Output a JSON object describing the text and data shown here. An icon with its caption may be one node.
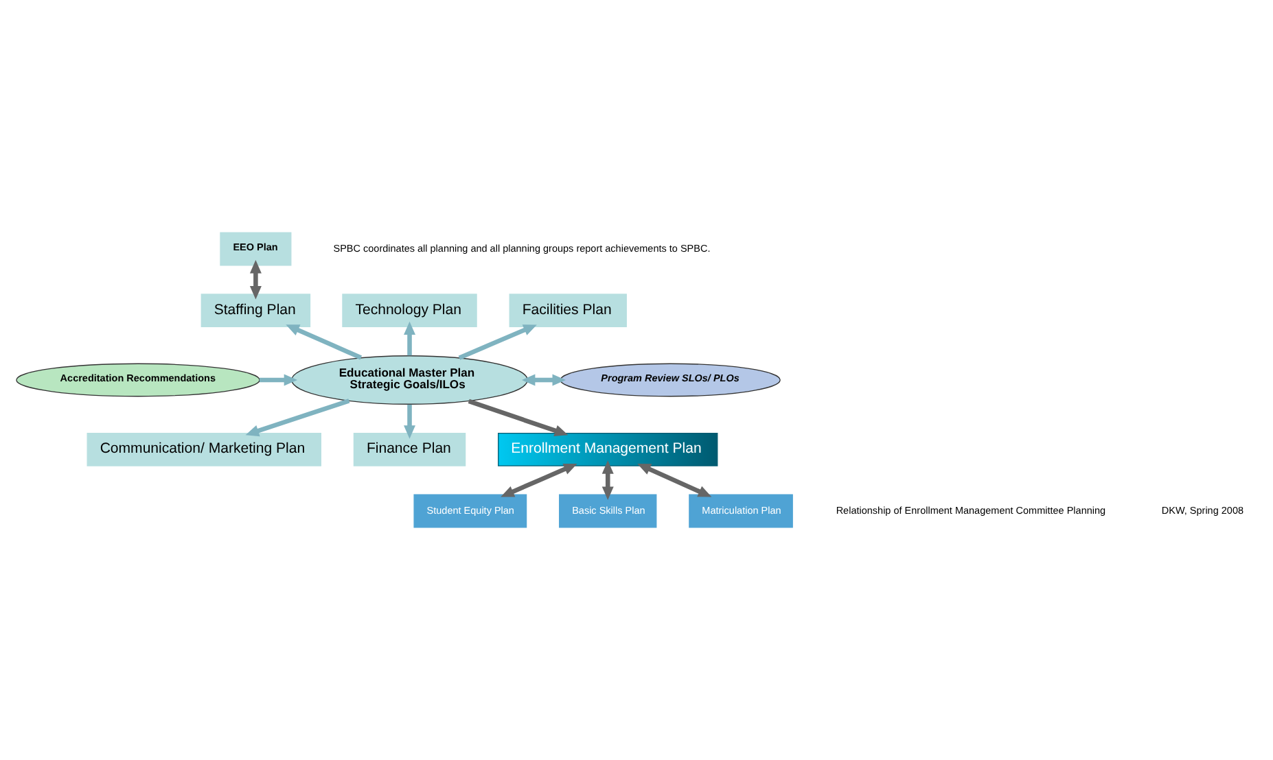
{
  "diagram": {
    "nodes": [
      {
        "text": [
          "EEO Plan"
        ]
      },
      {
        "text": [
          "Staffing Plan"
        ]
      },
      {
        "text": [
          "Technology Plan"
        ]
      },
      {
        "text": [
          "Facilities Plan"
        ]
      },
      {
        "text": [
          "Accreditation Recommendations"
        ]
      },
      {
        "text": [
          "Educational Master Plan",
          "Strategic Goals/ILOs"
        ]
      },
      {
        "text": [
          "Program Review SLOs/ PLOs"
        ]
      },
      {
        "text": [
          "Communication/ Marketing Plan"
        ]
      },
      {
        "text": [
          "Finance Plan"
        ]
      },
      {
        "text": [
          "Enrollment Management Plan"
        ]
      },
      {
        "text": [
          "Student Equity Plan"
        ]
      },
      {
        "text": [
          "Basic Skills Plan"
        ]
      },
      {
        "text": [
          "Matriculation Plan"
        ]
      }
    ],
    "edges": [
      {
        "from": 1,
        "to": 0,
        "arrow": "both",
        "color": "#666666"
      },
      {
        "from": 5,
        "to": 1,
        "arrow": "to"
      },
      {
        "from": 5,
        "to": 2,
        "arrow": "to"
      },
      {
        "from": 5,
        "to": 3,
        "arrow": "to"
      },
      {
        "from": 4,
        "to": 5,
        "arrow": "to"
      },
      {
        "from": 5,
        "to": 6,
        "arrow": "both"
      },
      {
        "from": 5,
        "to": 7,
        "arrow": "to"
      },
      {
        "from": 5,
        "to": 8,
        "arrow": "to"
      },
      {
        "from": 5,
        "to": 9,
        "arrow": "to",
        "color": "#666666"
      },
      {
        "from": 9,
        "to": 10,
        "arrow": "both",
        "color": "#666666"
      },
      {
        "from": 9,
        "to": 11,
        "arrow": "both",
        "color": "#666666"
      },
      {
        "from": 9,
        "to": 12,
        "arrow": "both",
        "color": "#666666"
      }
    ],
    "labels": [
      "SPBC coordinates all planning and all planning groups report achievements to SPBC.",
      "Relationship of Enrollment Management Committee Planning",
      "DKW, Spring 2008"
    ]
  }
}
